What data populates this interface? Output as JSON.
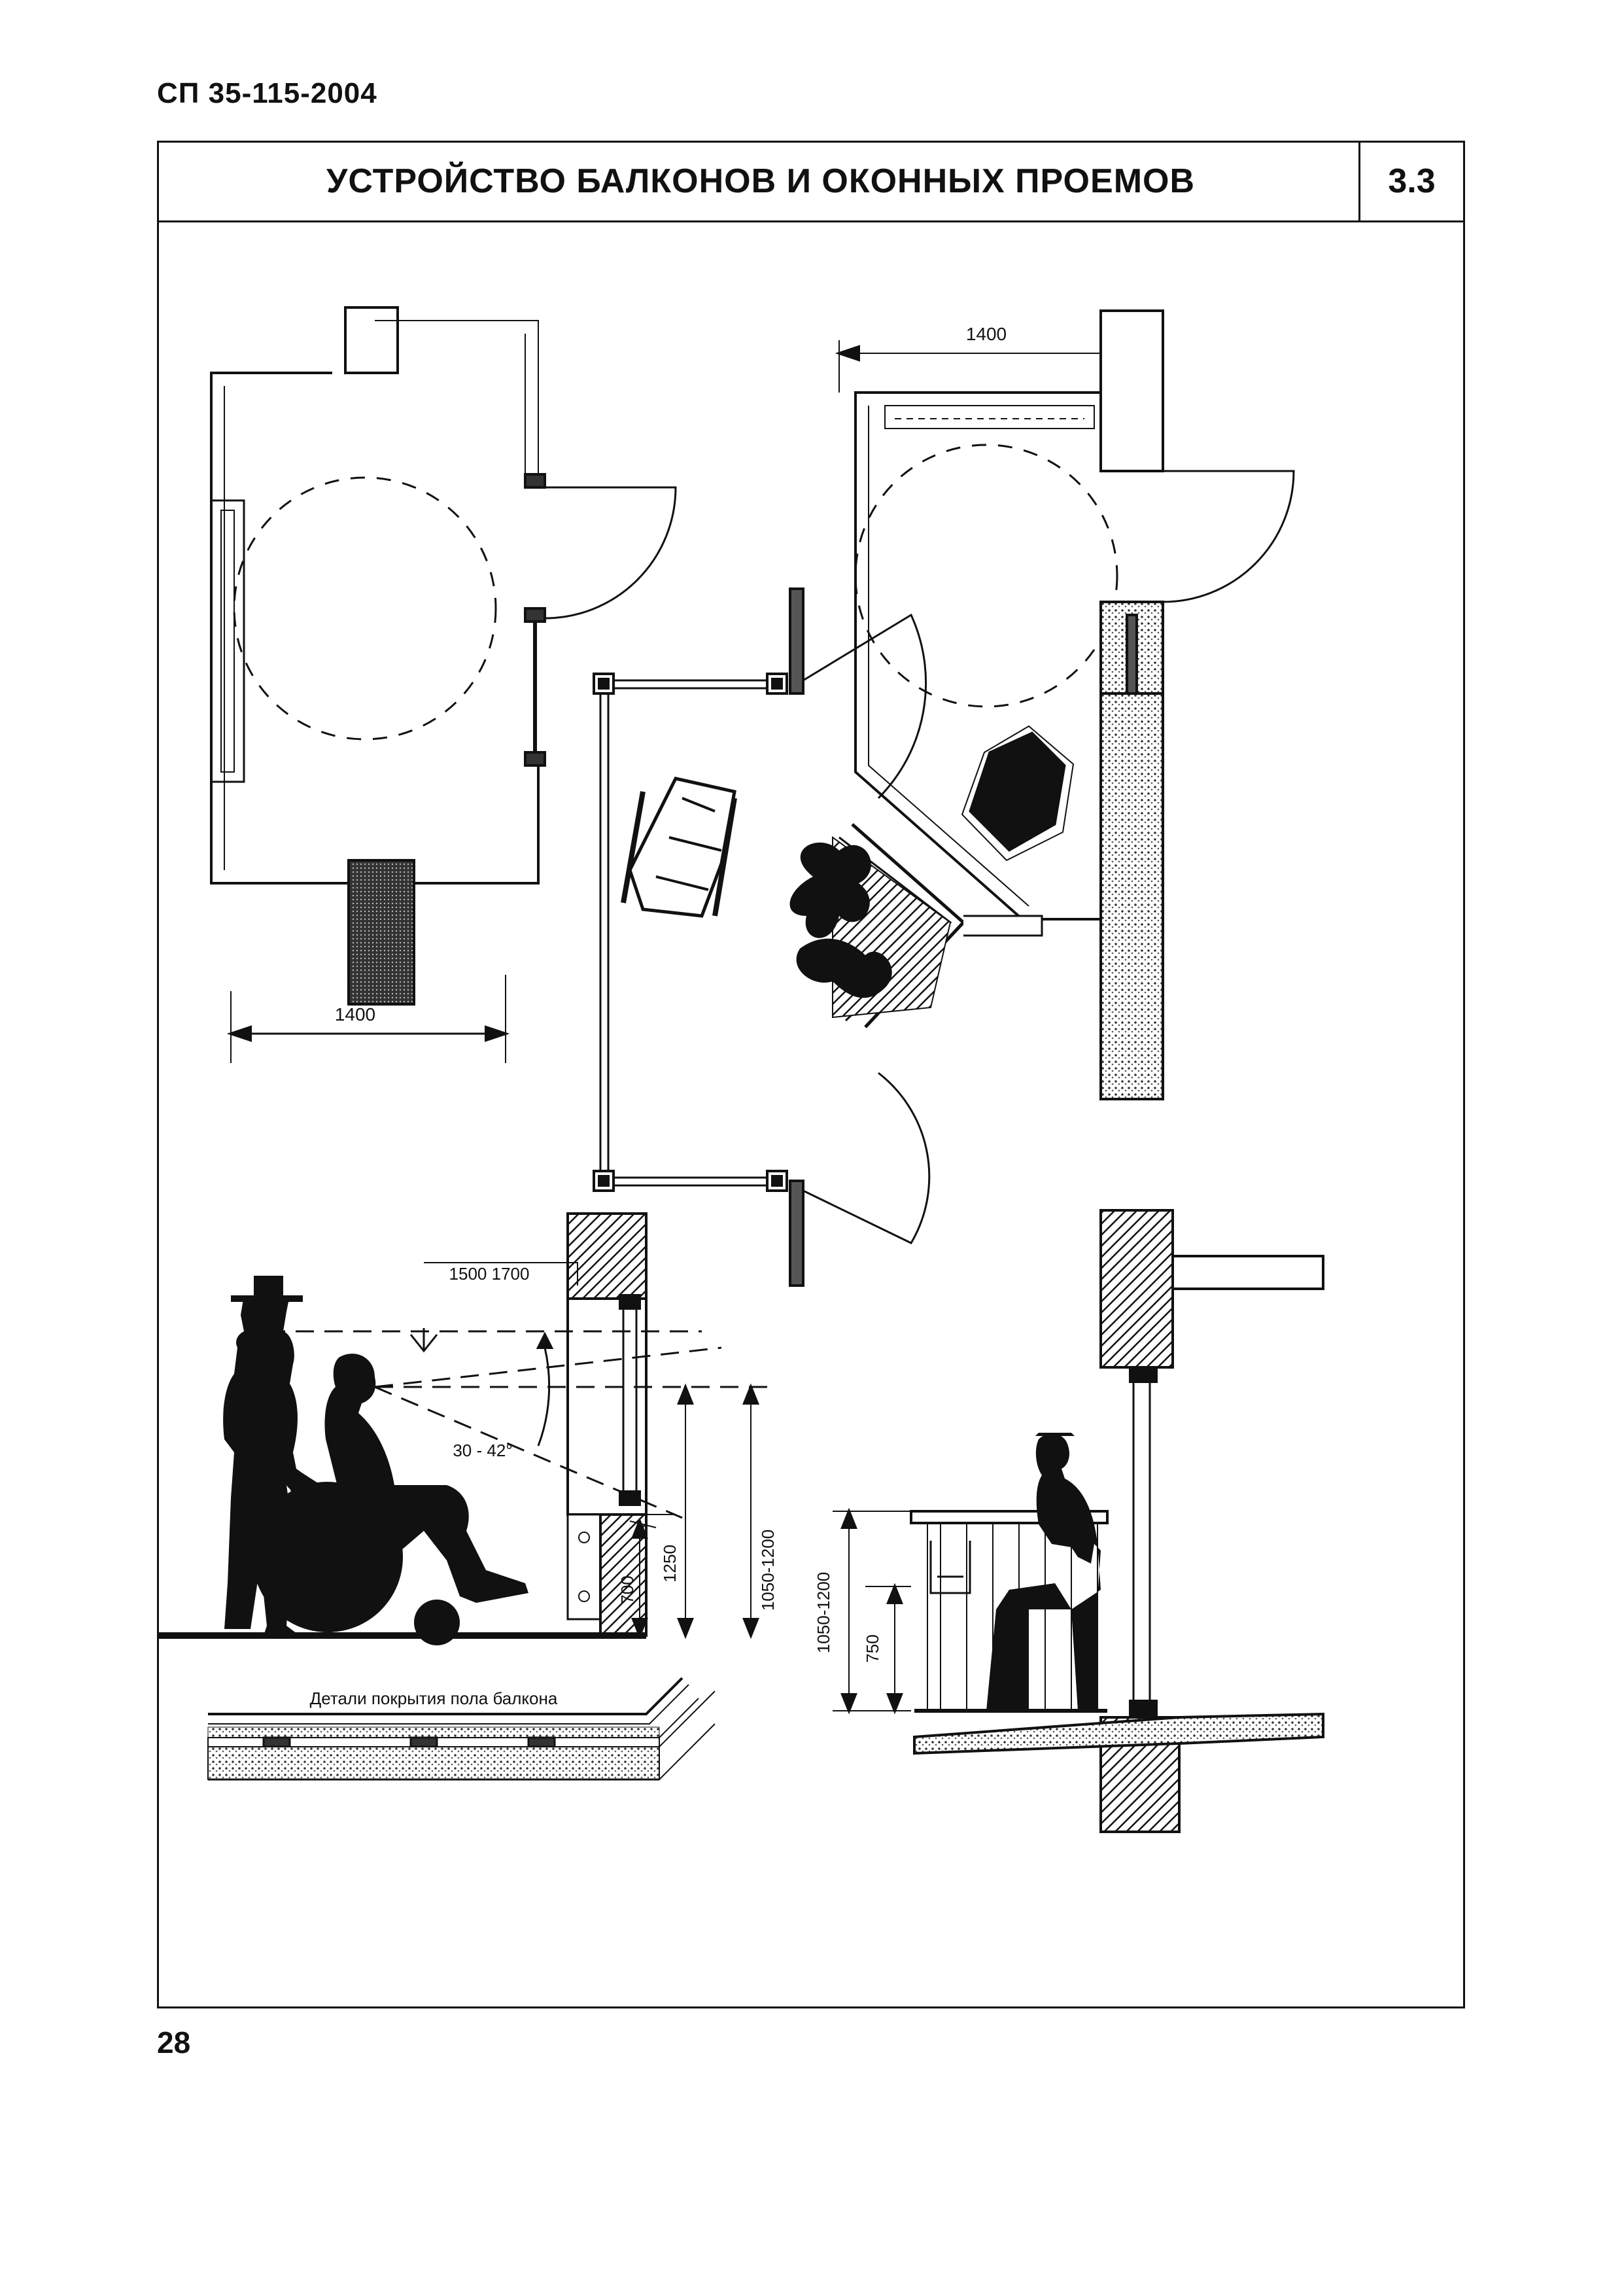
{
  "header": {
    "doc_code": "СП 35-115-2004"
  },
  "title_block": {
    "title": "УСТРОЙСТВО БАЛКОНОВ И ОКОННЫХ ПРОЕМОВ",
    "section": "3.3"
  },
  "drawing": {
    "dim_top_right": "1400",
    "dim_top_left": "1400",
    "dim_eye_levels": "1500 1700",
    "dim_view_angle": "30 - 42°",
    "dim_sill_height": "1250",
    "dim_low_sill": "700",
    "dim_sill_range": "1050-1200",
    "dim_railing": "750",
    "floor_detail_caption": "Детали покрытия пола балкона"
  },
  "footer": {
    "page_number": "28"
  }
}
